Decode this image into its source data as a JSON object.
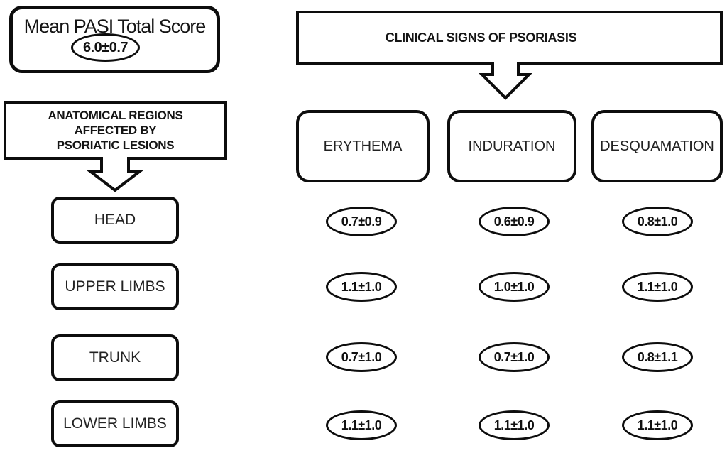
{
  "mean_pasi": {
    "title": "Mean PASI Total Score",
    "value": "6.0±0.7"
  },
  "anatomical_header": {
    "line1": "ANATOMICAL REGIONS",
    "line2": "AFFECTED BY",
    "line3": "PSORIATIC LESIONS"
  },
  "clinical_header": {
    "title": "CLINICAL SIGNS OF PSORIASIS"
  },
  "columns": [
    {
      "label": "ERYTHEMA"
    },
    {
      "label": "INDURATION"
    },
    {
      "label": "DESQUAMATION"
    }
  ],
  "rows": [
    {
      "region": "HEAD",
      "erythema": "0.7±0.9",
      "induration": "0.6±0.9",
      "desquamation": "0.8±1.0"
    },
    {
      "region": "UPPER LIMBS",
      "erythema": "1.1±1.0",
      "induration": "1.0±1.0",
      "desquamation": "1.1±1.0"
    },
    {
      "region": "TRUNK",
      "erythema": "0.7±1.0",
      "induration": "0.7±1.0",
      "desquamation": "0.8±1.1"
    },
    {
      "region": "LOWER LIMBS",
      "erythema": "1.1±1.0",
      "induration": "1.1±1.0",
      "desquamation": "1.1±1.0"
    }
  ],
  "colors": {
    "ink": "#0d0d0d",
    "background": "#ffffff"
  }
}
